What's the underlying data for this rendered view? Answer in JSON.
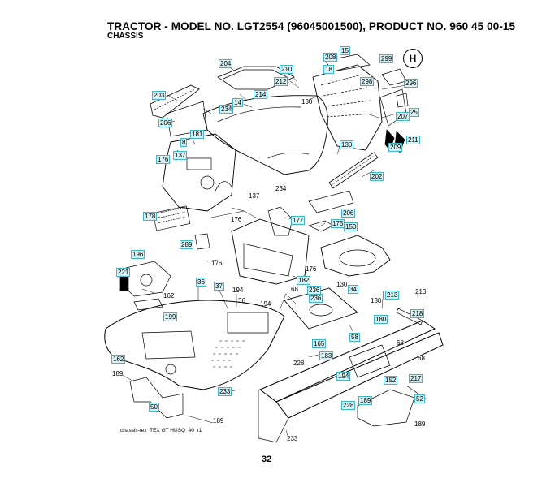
{
  "header": {
    "title": "TRACTOR - MODEL NO. LGT2554 (96045001500), PRODUCT NO. 960 45 00-15",
    "subtitle": "CHASSIS"
  },
  "footer": {
    "caption": "chassis-tex_TEX GT HUSQ_40_r1",
    "page_number": "32"
  },
  "logo": {
    "glyph": "H",
    "name": "husqvarna-logo"
  },
  "colors": {
    "label_border": "#3fb6c8",
    "label_fill": "#d6f1f5",
    "line": "#000000"
  },
  "callouts": [
    {
      "id": "c204",
      "text": "204",
      "boxed": true
    },
    {
      "id": "c210",
      "text": "210",
      "boxed": true
    },
    {
      "id": "c212",
      "text": "212",
      "boxed": true
    },
    {
      "id": "c208",
      "text": "208",
      "boxed": true
    },
    {
      "id": "c15",
      "text": "15",
      "boxed": true
    },
    {
      "id": "c18",
      "text": "18",
      "boxed": true
    },
    {
      "id": "c299",
      "text": "299",
      "boxed": true
    },
    {
      "id": "c298",
      "text": "298",
      "boxed": true
    },
    {
      "id": "c296",
      "text": "296",
      "boxed": true
    },
    {
      "id": "c203",
      "text": "203",
      "boxed": true
    },
    {
      "id": "c214",
      "text": "214",
      "boxed": true
    },
    {
      "id": "c14",
      "text": "14",
      "boxed": true
    },
    {
      "id": "c130a",
      "text": "130",
      "boxed": false
    },
    {
      "id": "c234a",
      "text": "234",
      "boxed": true
    },
    {
      "id": "c25",
      "text": "25",
      "boxed": true
    },
    {
      "id": "c207",
      "text": "207",
      "boxed": true
    },
    {
      "id": "c206a",
      "text": "206",
      "boxed": true
    },
    {
      "id": "c181",
      "text": "181",
      "boxed": true
    },
    {
      "id": "c8",
      "text": "8",
      "boxed": true
    },
    {
      "id": "c137a",
      "text": "137",
      "boxed": true
    },
    {
      "id": "c130b",
      "text": "130",
      "boxed": true
    },
    {
      "id": "c209",
      "text": "209",
      "boxed": true
    },
    {
      "id": "c211",
      "text": "211",
      "boxed": true
    },
    {
      "id": "c176a",
      "text": "176",
      "boxed": true
    },
    {
      "id": "c202",
      "text": "202",
      "boxed": true
    },
    {
      "id": "c137b",
      "text": "137",
      "boxed": false
    },
    {
      "id": "c234b",
      "text": "234",
      "boxed": false
    },
    {
      "id": "c206b",
      "text": "206",
      "boxed": true
    },
    {
      "id": "c178",
      "text": "178",
      "boxed": true
    },
    {
      "id": "c176b",
      "text": "176",
      "boxed": false
    },
    {
      "id": "c177",
      "text": "177",
      "boxed": true
    },
    {
      "id": "c175",
      "text": "175",
      "boxed": true
    },
    {
      "id": "c150",
      "text": "150",
      "boxed": true
    },
    {
      "id": "c289",
      "text": "289",
      "boxed": true
    },
    {
      "id": "c176c",
      "text": "176",
      "boxed": false
    },
    {
      "id": "c176d",
      "text": "176",
      "boxed": false
    },
    {
      "id": "c196",
      "text": "196",
      "boxed": true
    },
    {
      "id": "c221",
      "text": "221",
      "boxed": true
    },
    {
      "id": "c182",
      "text": "182",
      "boxed": true
    },
    {
      "id": "c130c",
      "text": "130",
      "boxed": false
    },
    {
      "id": "c162a",
      "text": "162",
      "boxed": false
    },
    {
      "id": "c36a",
      "text": "36",
      "boxed": true
    },
    {
      "id": "c37",
      "text": "37",
      "boxed": true
    },
    {
      "id": "c194a",
      "text": "194",
      "boxed": false
    },
    {
      "id": "c36b",
      "text": "36",
      "boxed": false
    },
    {
      "id": "c68a",
      "text": "68",
      "boxed": false
    },
    {
      "id": "c236a",
      "text": "236",
      "boxed": true
    },
    {
      "id": "c236b",
      "text": "236",
      "boxed": true
    },
    {
      "id": "c34",
      "text": "34",
      "boxed": true
    },
    {
      "id": "c130d",
      "text": "130",
      "boxed": false
    },
    {
      "id": "c213a",
      "text": "213",
      "boxed": true
    },
    {
      "id": "c213b",
      "text": "213",
      "boxed": false
    },
    {
      "id": "c199",
      "text": "199",
      "boxed": true
    },
    {
      "id": "c194b",
      "text": "194",
      "boxed": false
    },
    {
      "id": "c218",
      "text": "218",
      "boxed": true
    },
    {
      "id": "c180",
      "text": "180",
      "boxed": true
    },
    {
      "id": "c68b",
      "text": "68",
      "boxed": false
    },
    {
      "id": "c58",
      "text": "58",
      "boxed": true
    },
    {
      "id": "c165",
      "text": "165",
      "boxed": true
    },
    {
      "id": "c183",
      "text": "183",
      "boxed": true
    },
    {
      "id": "c68c",
      "text": "68",
      "boxed": false
    },
    {
      "id": "c228a",
      "text": "228",
      "boxed": false
    },
    {
      "id": "c162b",
      "text": "162",
      "boxed": true
    },
    {
      "id": "c189a",
      "text": "189",
      "boxed": false
    },
    {
      "id": "c194c",
      "text": "194",
      "boxed": true
    },
    {
      "id": "c152",
      "text": "152",
      "boxed": true
    },
    {
      "id": "c217",
      "text": "217",
      "boxed": true
    },
    {
      "id": "c233a",
      "text": "233",
      "boxed": true
    },
    {
      "id": "c228b",
      "text": "228",
      "boxed": true
    },
    {
      "id": "c189b",
      "text": "189",
      "boxed": true
    },
    {
      "id": "c50",
      "text": "50",
      "boxed": true
    },
    {
      "id": "c52",
      "text": "52",
      "boxed": true
    },
    {
      "id": "c189c",
      "text": "189",
      "boxed": false
    },
    {
      "id": "c189d",
      "text": "189",
      "boxed": false
    },
    {
      "id": "c233b",
      "text": "233",
      "boxed": false
    }
  ]
}
